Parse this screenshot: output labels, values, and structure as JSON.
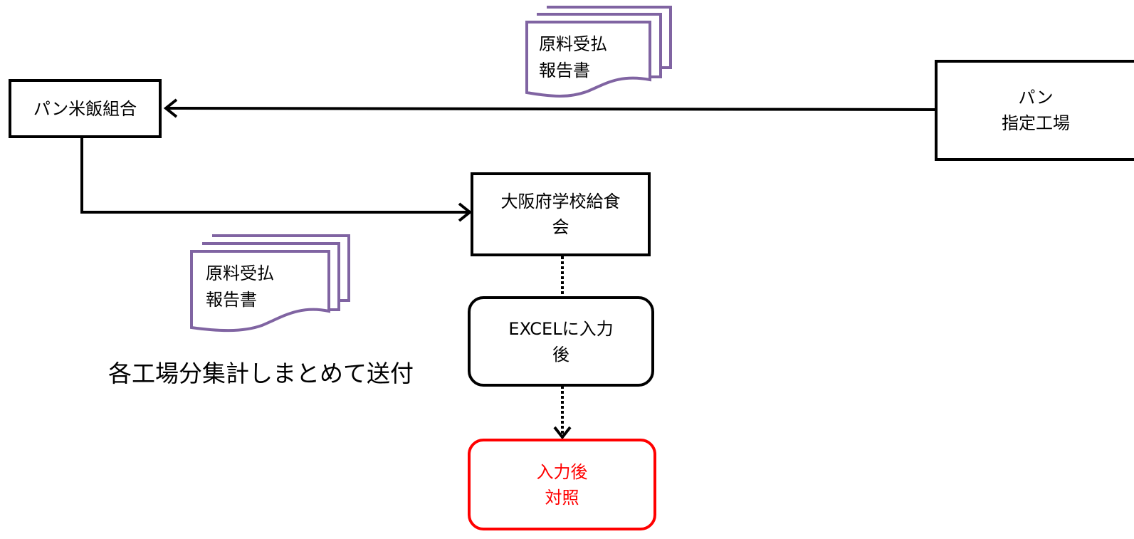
{
  "nodes": {
    "union": "パン米飯組合",
    "factory_line1": "パン",
    "factory_line2": "指定工場",
    "association_line1": "大阪府学校給食",
    "association_line2": "会",
    "excel_line1": "EXCELに入力",
    "excel_line2": "後",
    "check_line1": "入力後",
    "check_line2": "対照"
  },
  "documents": {
    "top_line1": "原料受払",
    "top_line2": "報告書",
    "bottom_line1": "原料受払",
    "bottom_line2": "報告書"
  },
  "caption": "各工場分集計しまとめて送付",
  "colors": {
    "document_outline": "#8064a2",
    "highlight": "#ff0000",
    "line": "#000000"
  }
}
